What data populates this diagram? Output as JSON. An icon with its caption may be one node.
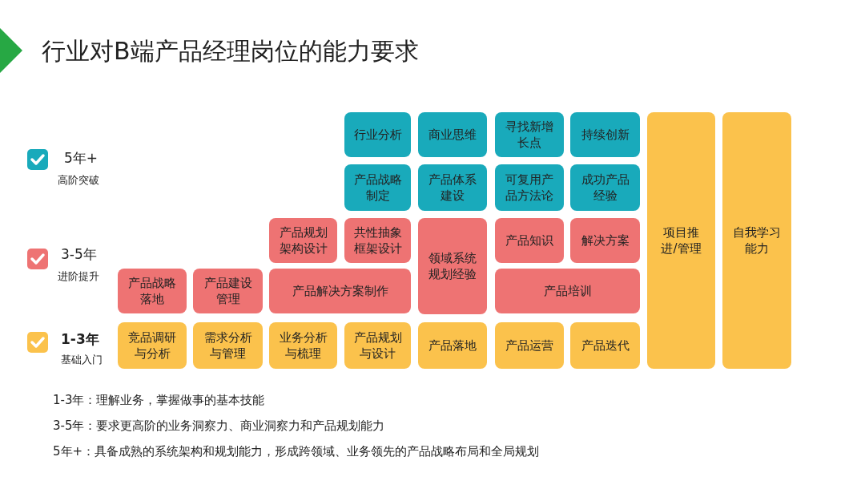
{
  "diagram": {
    "title": "行业对B端产品经理岗位的能力要求",
    "nodes": [
      {
        "text": [
          "行业分析"
        ]
      },
      {
        "text": [
          "商业思维"
        ]
      },
      {
        "text": [
          "寻找新增长点"
        ]
      },
      {
        "text": [
          "持续创新"
        ]
      },
      {
        "text": [
          "项目推进/管理"
        ]
      },
      {
        "text": [
          "自我学习能力"
        ]
      },
      {
        "text": [
          "产品战略制定"
        ]
      },
      {
        "text": [
          "产品体系建设"
        ]
      },
      {
        "text": [
          "可复用产品方法论"
        ]
      },
      {
        "text": [
          "成功产品经验"
        ]
      },
      {
        "text": [
          "产品规划架构设计"
        ]
      },
      {
        "text": [
          "共性抽象框架设计"
        ]
      },
      {
        "text": [
          "领域系统规划经验"
        ]
      },
      {
        "text": [
          "产品知识"
        ]
      },
      {
        "text": [
          "解决方案"
        ]
      },
      {
        "text": [
          "产品战略落地"
        ]
      },
      {
        "text": [
          "产品建设管理"
        ]
      },
      {
        "text": [
          "产品解决方案制作"
        ]
      },
      {
        "text": [
          "产品培训"
        ]
      },
      {
        "text": [
          "竞品调研与分析"
        ]
      },
      {
        "text": [
          "需求分析与管理"
        ]
      },
      {
        "text": [
          "业务分析与梳理"
        ]
      },
      {
        "text": [
          "产品规划与设计"
        ]
      },
      {
        "text": [
          "产品落地"
        ]
      },
      {
        "text": [
          "产品运营"
        ]
      },
      {
        "text": [
          "产品迭代"
        ]
      }
    ],
    "edges": [],
    "labels": [
      "5年+",
      "高阶突破",
      "3-5年",
      "进阶提升",
      "1-3年",
      "基础入门",
      "1-3年：理解业务，掌握做事的基本技能",
      "3-5年：要求更高阶的业务洞察力、商业洞察力和产品规划能力",
      "5年+：具备成熟的系统架构和规划能力，形成跨领域、业务领先的产品战略布局和全局规划"
    ]
  }
}
